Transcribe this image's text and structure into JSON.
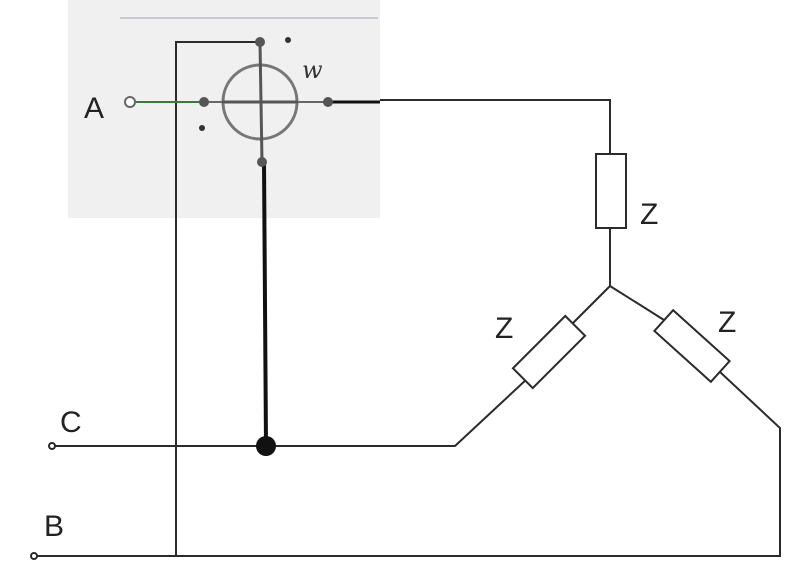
{
  "labels": {
    "phase_a": "A",
    "phase_b": "B",
    "phase_c": "C",
    "wattmeter": "W",
    "impedance_top": "Z",
    "impedance_left": "Z",
    "impedance_right": "Z"
  },
  "colors": {
    "wire": "#2b2b2b",
    "paper_patch": "#f0f0f0",
    "wattmeter_stroke": "#777777",
    "node": "#111111"
  }
}
